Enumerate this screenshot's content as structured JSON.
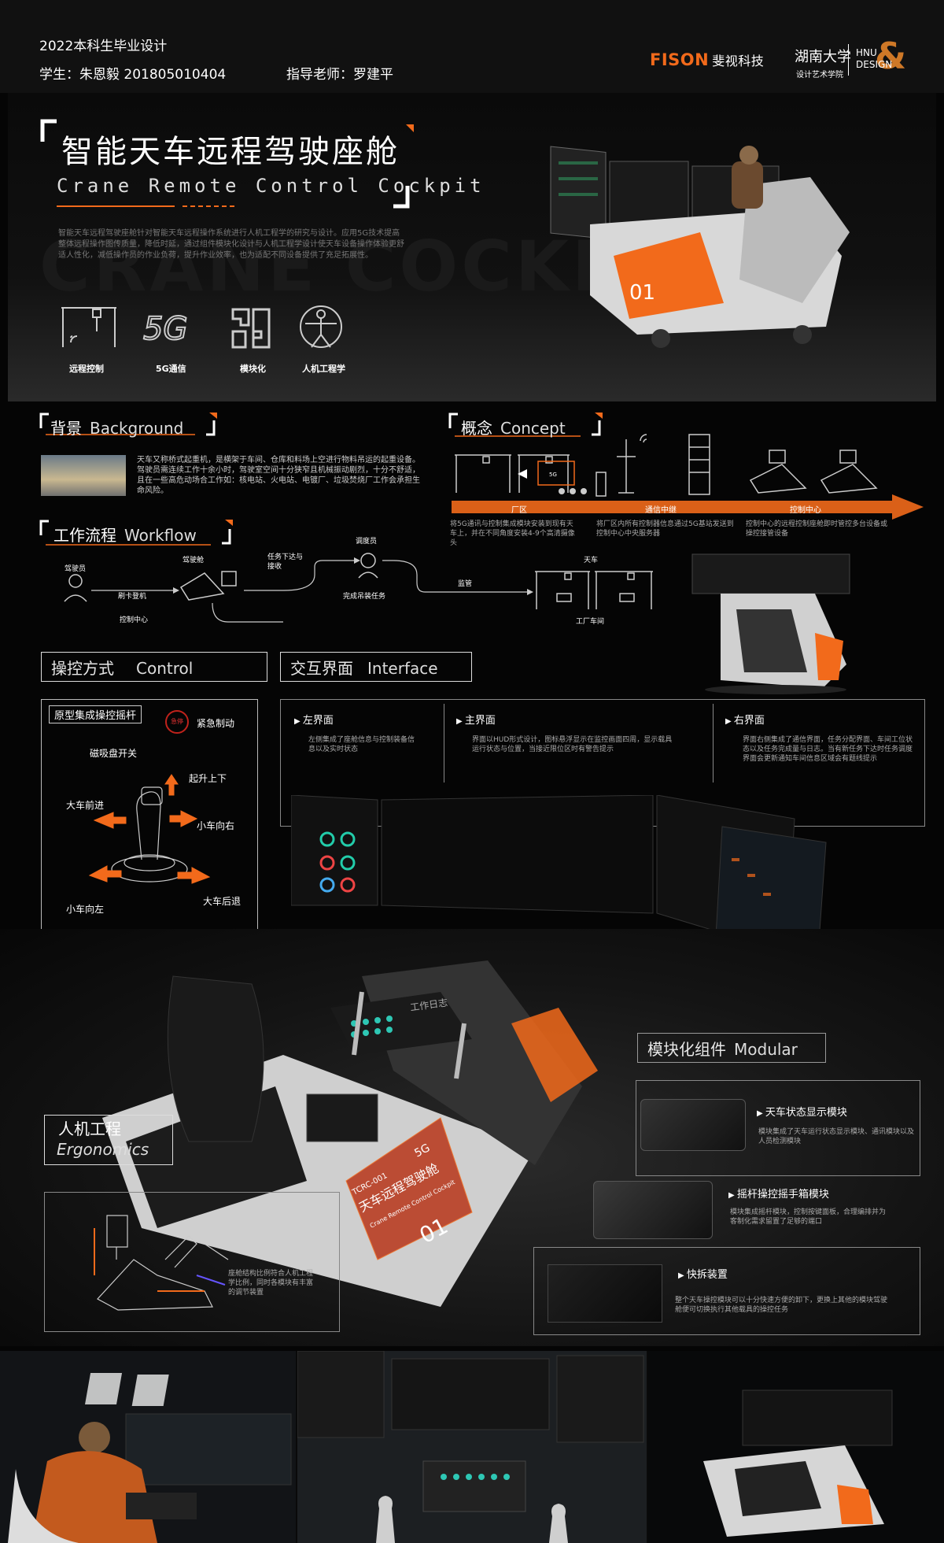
{
  "header": {
    "title": "2022本科生毕业设计",
    "student": "学生：朱恩毅   201805010404",
    "advisor": "指导老师：罗建平",
    "logo_fison": "FISON",
    "logo_fison_cn": "斐视科技",
    "logo_hnu": "湖南大学",
    "logo_hnu_sub": "设计艺术学院",
    "logo_hnu_design": "HNU DESIGN"
  },
  "hero": {
    "title": "智能天车远程驾驶座舱",
    "title_en": "Crane Remote Control Cockpit",
    "intro": "智能天车远程驾驶座舱针对智能天车远程操作系统进行人机工程学的研究与设计。应用5G技术提高整体远程操作图传质量，降低时延，通过组件模块化设计与人机工程学设计使天车设备操作体验更舒适人性化，减低操作员的作业负荷，提升作业效率，也为适配不同设备提供了充足拓展性。",
    "ghost_text": "CRANE COCKPIT",
    "icons": [
      "远程控制",
      "5G通信",
      "模块化",
      "人机工程学"
    ],
    "icon_5g": "5G"
  },
  "background": {
    "title": "背景",
    "title_en": "Background",
    "text": "天车又称桥式起重机，是横架于车间、仓库和料场上空进行物料吊运的起重设备。驾驶员需连续工作十余小时，驾驶室空间十分狭窄且机械振动剧烈，十分不舒适，且在一些高危动场合工作如：核电站、火电站、电镀厂、垃圾焚烧厂工作会承担生命风险。"
  },
  "concept": {
    "title": "概念",
    "title_en": "Concept",
    "stages": [
      "厂区",
      "通信中继",
      "控制中心"
    ],
    "screen_label": "5G",
    "desc": [
      "将5G通讯与控制集成模块安装到现有天车上，并在不同角度安装4-9个高清摄像头",
      "将厂区内所有控制器信息通过5G基站发送到控制中心中央服务器",
      "控制中心的远程控制座舱即时管控多台设备或操控接管设备"
    ]
  },
  "workflow": {
    "title": "工作流程",
    "title_en": "Workflow",
    "labels": [
      "驾驶员",
      "驾驶舱",
      "控制中心",
      "刷卡登机",
      "任务下达与接收",
      "调度员",
      "完成吊装任务",
      "监管",
      "天车",
      "工厂车间"
    ]
  },
  "control": {
    "title": "操控方式",
    "title_en": "Control",
    "subtitle": "原型集成操控摇杆",
    "estop_icon": "急停",
    "labels": [
      "紧急制动",
      "磁吸盘开关",
      "起升上下",
      "大车前进",
      "小车向右",
      "小车向左",
      "大车后退"
    ]
  },
  "interface": {
    "title": "交互界面",
    "title_en": "Interface",
    "left": {
      "title": "左界面",
      "text": "左侧集成了座舱信息与控制装备信息以及实时状态"
    },
    "main": {
      "title": "主界面",
      "text": "界面以HUD形式设计，图标悬浮显示在监控画面四周，显示载具运行状态与位置，当接近限位区时有警告提示"
    },
    "right": {
      "title": "右界面",
      "text": "界面右侧集成了通信界面，任务分配界面、车间工位状态以及任务完成量与日志。当有新任务下达时任务调度界面会更新通知车间信息区域会有题线提示"
    }
  },
  "modular": {
    "title": "模块化组件",
    "title_en": "Modular",
    "items": [
      {
        "title": "天车状态显示模块",
        "text": "模块集成了天车运行状态显示模块、通讯模块以及人员检测模块"
      },
      {
        "title": "摇杆操控摇手箱模块",
        "text": "模块集成摇杆模块，控制按键面板，合理编排并为客制化需求留置了足够的端口"
      },
      {
        "title": "快拆装置",
        "text": "整个天车操控模块可以十分快速方便的卸下，更换上其他的模块驾驶舱便可切换执行其他载具的操控任务"
      }
    ]
  },
  "ergonomics": {
    "title": "人机工程",
    "title_en": "Ergonomics",
    "text": "座舱结构比例符合人机工程学比例，同时各模块有丰富的调节装置"
  },
  "render": {
    "plate_line1": "天车远程驾驶舱",
    "plate_line2": "TCRC-001",
    "plate_5g": "5G",
    "plate_num": "01",
    "plate_en": "Crane Remote Control Cockpit",
    "console_label": "工作日志"
  },
  "colors": {
    "accent": "#f26a1b",
    "bg": "#050505",
    "panel": "#111111"
  }
}
